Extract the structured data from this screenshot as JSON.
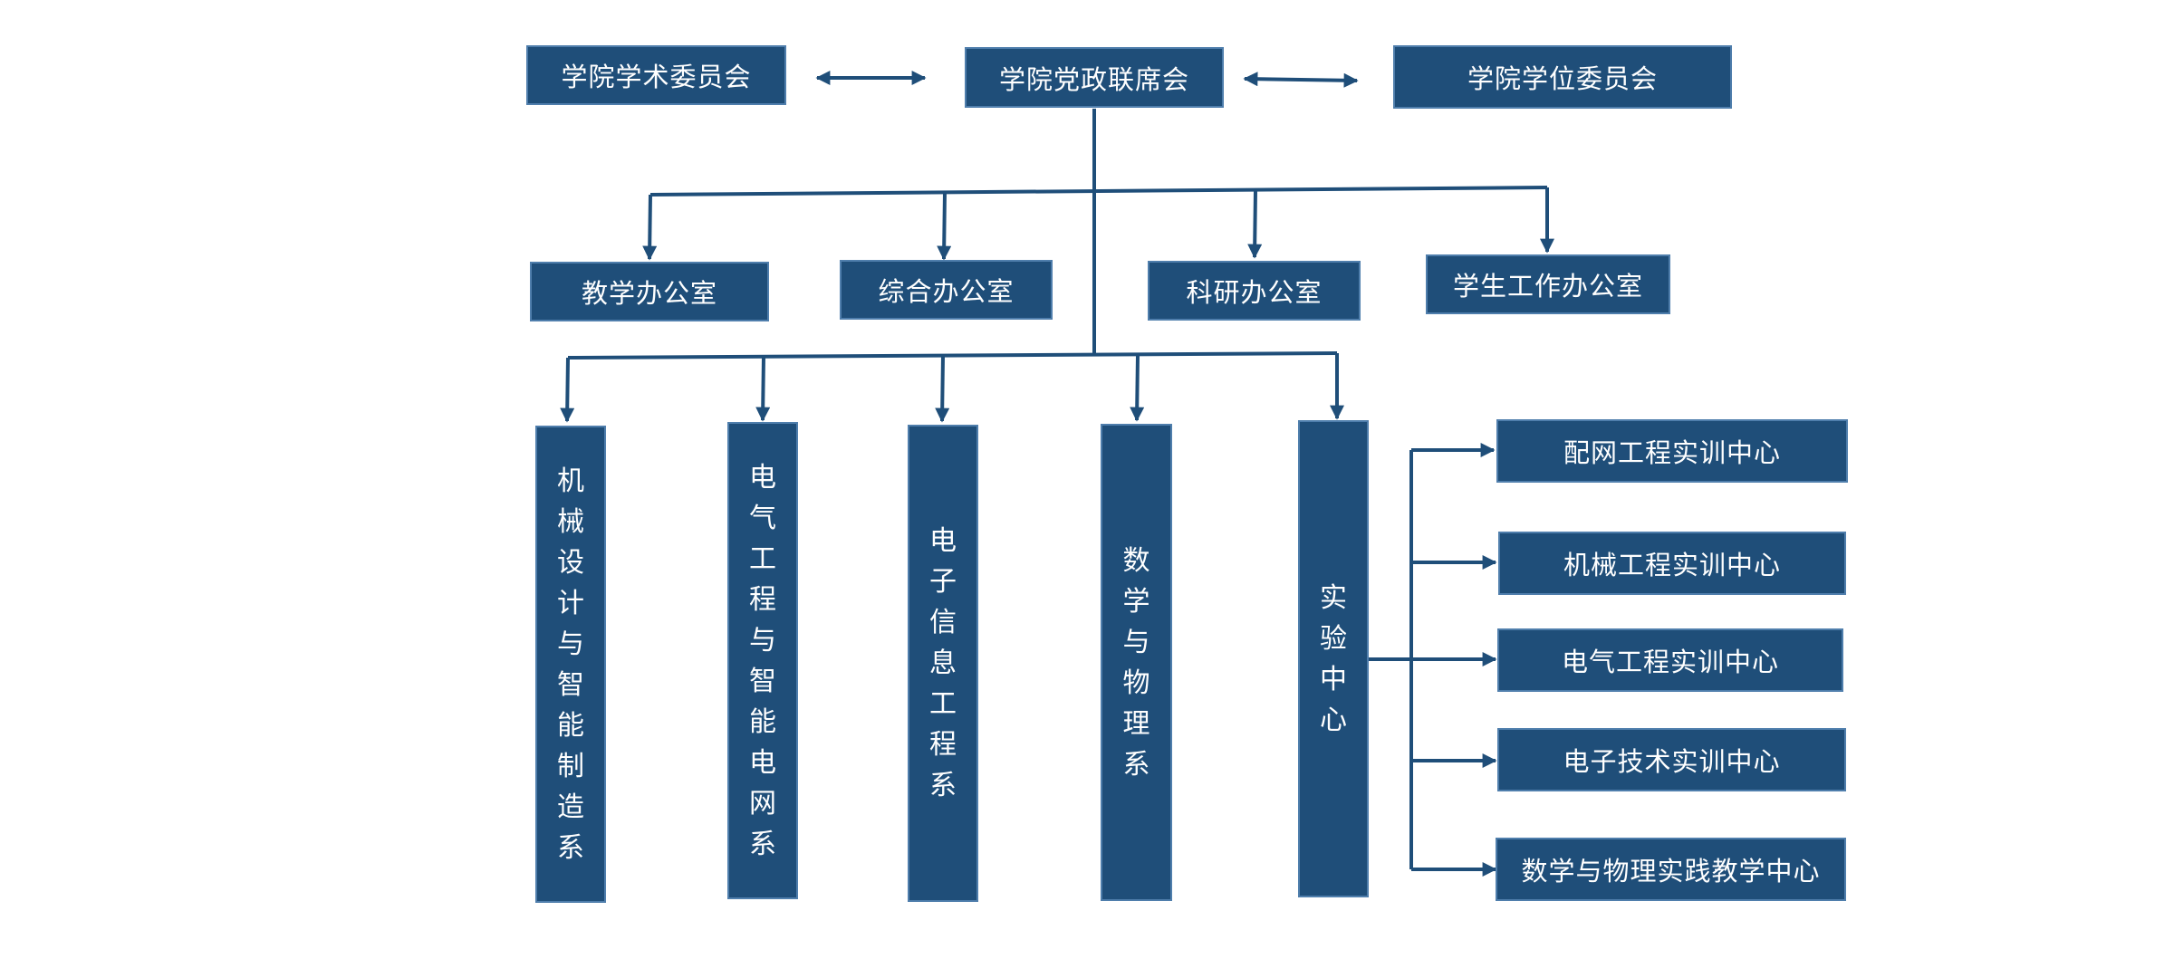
{
  "top": {
    "left": "学院学术委员会",
    "center": "学院党政联席会",
    "right": "学院学位委员会"
  },
  "offices": [
    "教学办公室",
    "综合办公室",
    "科研办公室",
    "学生工作办公室"
  ],
  "departments": [
    "机械设计与智能制造系",
    "电气工程与智能电网系",
    "电子信息工程系",
    "数学与物理系",
    "实验中心"
  ],
  "lab_centers": [
    "配网工程实训中心",
    "机械工程实训中心",
    "电气工程实训中心",
    "电子技术实训中心",
    "数学与物理实践教学中心"
  ],
  "colors": {
    "box_fill": "#1f4e79",
    "box_border": "#4f7eac",
    "text": "#ffffff",
    "connector": "#1f4e79"
  }
}
